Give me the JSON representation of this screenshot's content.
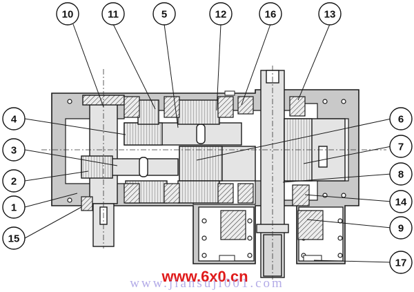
{
  "callouts": [
    {
      "id": "c10",
      "label": "10"
    },
    {
      "id": "c11",
      "label": "11"
    },
    {
      "id": "c5",
      "label": "5"
    },
    {
      "id": "c12",
      "label": "12"
    },
    {
      "id": "c16",
      "label": "16"
    },
    {
      "id": "c13",
      "label": "13"
    },
    {
      "id": "c4",
      "label": "4"
    },
    {
      "id": "c3",
      "label": "3"
    },
    {
      "id": "c2",
      "label": "2"
    },
    {
      "id": "c1",
      "label": "1"
    },
    {
      "id": "c15",
      "label": "15"
    },
    {
      "id": "c6",
      "label": "6"
    },
    {
      "id": "c7",
      "label": "7"
    },
    {
      "id": "c8",
      "label": "8"
    },
    {
      "id": "c14",
      "label": "14"
    },
    {
      "id": "c9",
      "label": "9"
    },
    {
      "id": "c17",
      "label": "17"
    }
  ],
  "watermark": {
    "site": "www.6x0.cn",
    "url": "www.jiansuji001.com"
  },
  "colors": {
    "housing": "#c9c9c9",
    "part": "#e4e4e4",
    "line": "#1a1a1a",
    "watermark_red": "#e01a1a",
    "watermark_blue": "#9a8fe0"
  }
}
